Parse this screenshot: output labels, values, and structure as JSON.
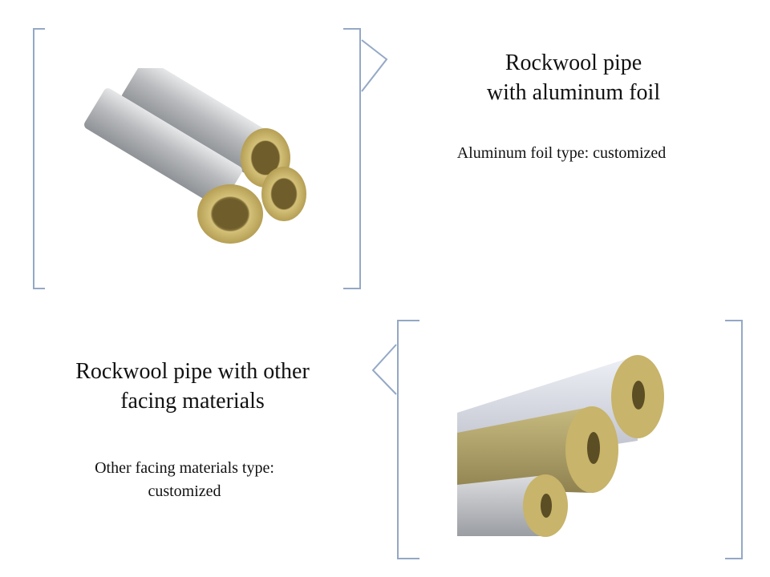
{
  "slide": {
    "panel_top": {
      "title_line1": "Rockwool pipe",
      "title_line2": "with aluminum  foil",
      "detail": "Aluminum foil type:  customized",
      "image_desc": "aluminum-foil-rockwool-pipes-image"
    },
    "panel_bottom": {
      "title_line1": "Rockwool pipe with other",
      "title_line2": "facing materials",
      "detail_line1": "Other facing materials type:",
      "detail_line2": "customized",
      "image_desc": "faced-rockwool-pipes-image"
    },
    "colors": {
      "bracket": "#94a8c6",
      "foil": "#c9ccd0",
      "rockwool": "#c8b46a",
      "rockwool_dark": "#9e8a43",
      "core": "#7d6b35"
    }
  }
}
